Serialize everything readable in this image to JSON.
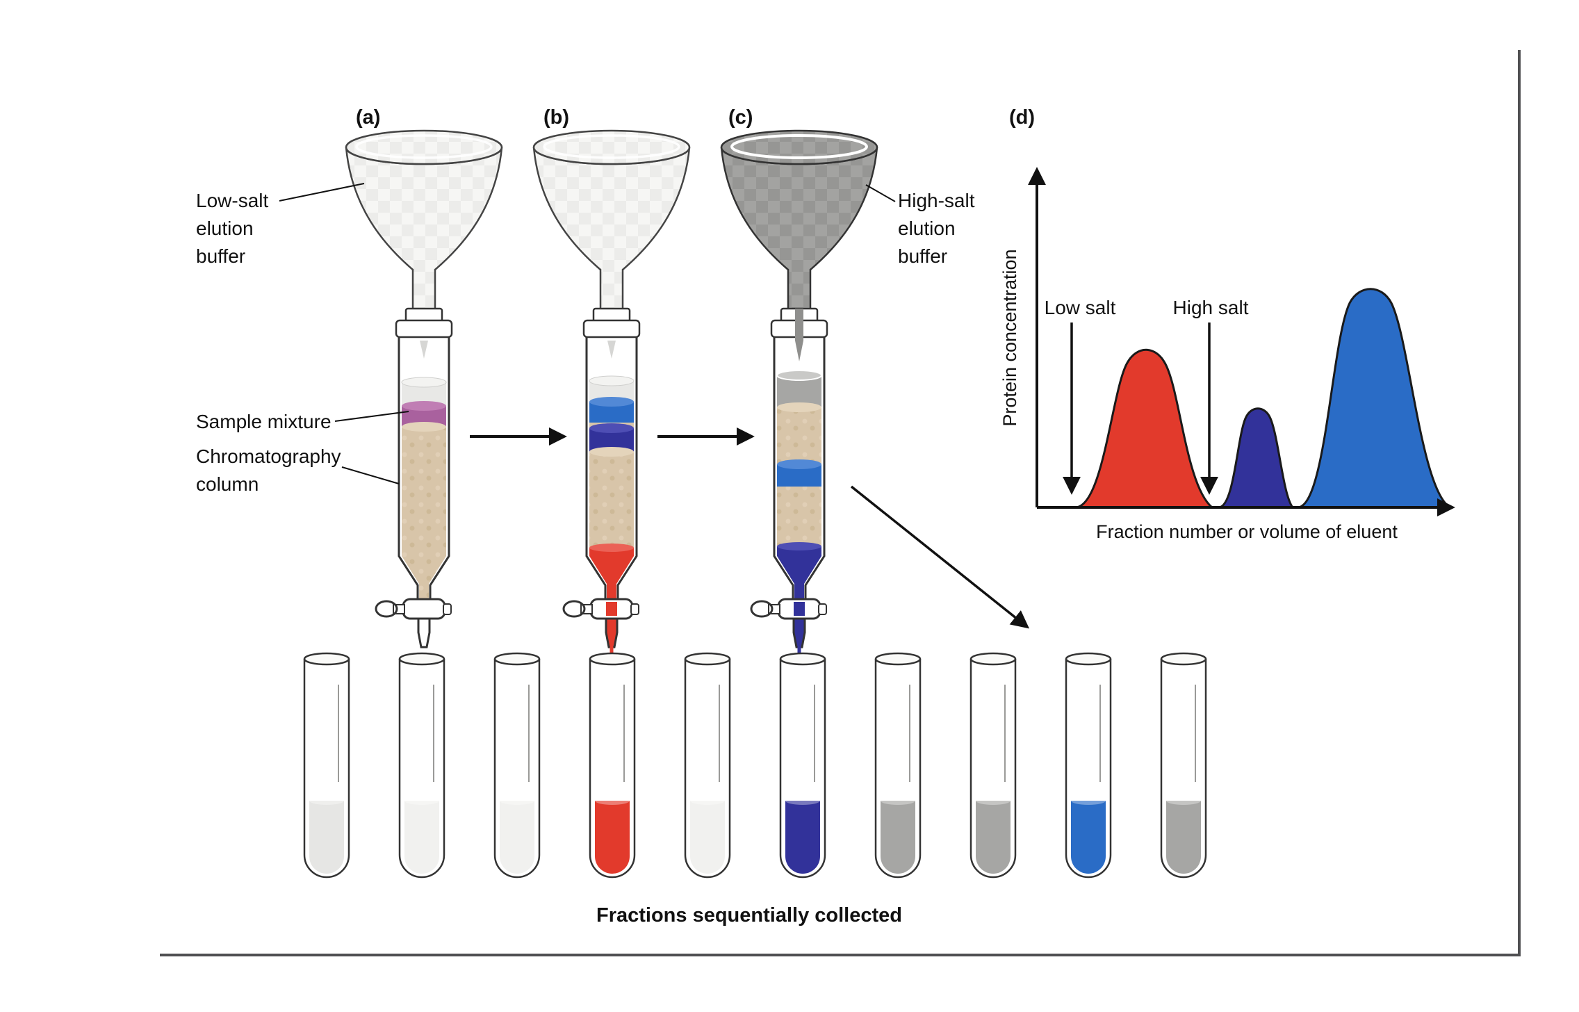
{
  "panel_labels": {
    "a": "(a)",
    "b": "(b)",
    "c": "(c)",
    "d": "(d)"
  },
  "labels": {
    "low_salt_buffer": [
      "Low-salt",
      "elution",
      "buffer"
    ],
    "sample_mixture": "Sample mixture",
    "chromatography_column": [
      "Chromatography",
      "column"
    ],
    "high_salt_buffer": [
      "High-salt",
      "elution",
      "buffer"
    ],
    "caption": "Fractions sequentially collected"
  },
  "colors": {
    "resin": "#d8c5a9",
    "sample": "#a9619e",
    "red_protein": "#e23a2c",
    "navy_protein": "#32329a",
    "blue_protein": "#2a6cc6",
    "low_salt_liquid": "#e8e8e6",
    "high_salt_liquid": "#a6a6a4",
    "low_salt_funnel": "#ececea",
    "high_salt_funnel": "#989896"
  },
  "chart_data": {
    "type": "area",
    "title": "",
    "xlabel": "Fraction number or volume of eluent",
    "ylabel": "Protein concentration",
    "x_axis": {
      "tick_labels": [],
      "arrow": true
    },
    "y_axis": {
      "tick_labels": [],
      "arrow": true
    },
    "annotations": [
      {
        "label": "Low salt",
        "x_rel": 0.08,
        "arrow": "down-to-axis"
      },
      {
        "label": "High salt",
        "x_rel": 0.41,
        "arrow": "down-to-axis"
      }
    ],
    "series": [
      {
        "name": "peak-1-red",
        "color": "#e23a2c",
        "peak_x_rel": 0.26,
        "height_rel": 0.47,
        "base_width_rel": 0.32
      },
      {
        "name": "peak-2-navy",
        "color": "#32329a",
        "peak_x_rel": 0.5,
        "height_rel": 0.3,
        "base_width_rel": 0.18
      },
      {
        "name": "peak-3-blue",
        "color": "#2a6cc6",
        "peak_x_rel": 0.77,
        "height_rel": 0.66,
        "base_width_rel": 0.36
      }
    ],
    "legend": []
  },
  "test_tubes": [
    {
      "fill": "#e6e6e4"
    },
    {
      "fill": "#f1f1ef"
    },
    {
      "fill": "#f1f1ef"
    },
    {
      "fill": "#e23a2c"
    },
    {
      "fill": "#f1f1ef"
    },
    {
      "fill": "#32329a"
    },
    {
      "fill": "#a6a6a4"
    },
    {
      "fill": "#a6a6a4"
    },
    {
      "fill": "#2a6cc6"
    },
    {
      "fill": "#a6a6a4"
    }
  ]
}
